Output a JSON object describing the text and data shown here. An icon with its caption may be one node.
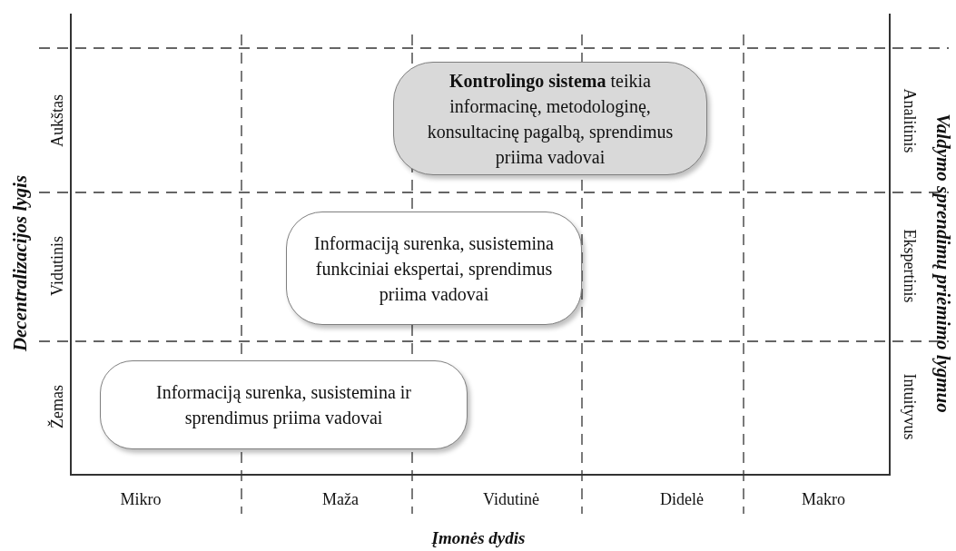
{
  "diagram": {
    "nodes": [
      {
        "text": [
          "**Kontrolingo sistema** teikia informacinę, metodologinę, konsultacinę pagalbą, sprendimus priima vadovai"
        ]
      },
      {
        "text": [
          "Informaciją surenka, susistemina funkciniai ekspertai, sprendimus priima vadovai"
        ]
      },
      {
        "text": [
          "Informaciją surenka, susistemina ir sprendimus priima vadovai"
        ]
      }
    ],
    "labels": [
      "Decentralizacijos lygis",
      "Aukštas",
      "Vidutinis",
      "Žemas",
      "Analitinis",
      "Ekspertinis",
      "Intuityvus",
      "Valdymo sprendimų priėmimo lygmuo",
      "Mikro",
      "Maža",
      "Vidutinė",
      "Didelė",
      "Makro",
      "Įmonės dydis"
    ]
  }
}
